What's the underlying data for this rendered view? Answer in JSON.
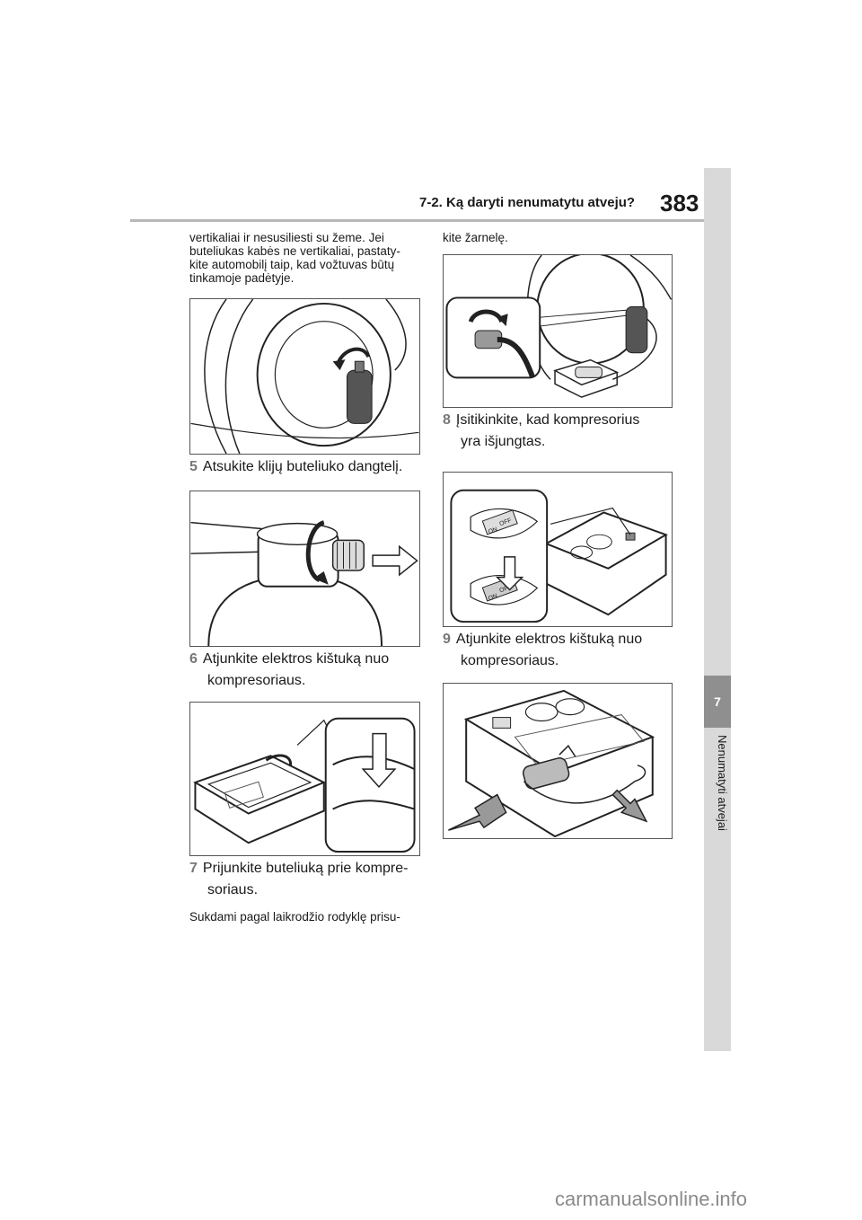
{
  "header": {
    "section_title": "7-2. Ką daryti nenumatytu atveju?",
    "page_number": "383"
  },
  "side_tab": {
    "chapter_number": "7",
    "chapter_label": "Nenumatyti atvejai"
  },
  "left_column": {
    "intro_lines": [
      "vertikaliai ir nesusiliesti su žeme. Jei",
      "buteliukas kabės ne vertikaliai, pastaty-",
      "kite automobilį taip, kad vožtuvas būtų",
      "tinkamoje padėtyje."
    ],
    "step5": {
      "number": "5",
      "text": "Atsukite klijų buteliuko dangtelį."
    },
    "step6": {
      "number": "6",
      "line1": "Atjunkite elektros kištuką nuo",
      "line2": "kompresoriaus."
    },
    "step7": {
      "number": "7",
      "line1": "Prijunkite buteliuką prie kompre-",
      "line2": "soriaus."
    },
    "outro": "Sukdami pagal laikrodžio rodyklę prisu-"
  },
  "right_column": {
    "intro": "kite žarnelę.",
    "step8": {
      "number": "8",
      "line1": "Įsitikinkite, kad kompresorius",
      "line2": "yra išjungtas."
    },
    "step9": {
      "number": "9",
      "line1": "Atjunkite elektros kištuką nuo",
      "line2": "kompresoriaus."
    },
    "switch_labels": {
      "on": "ON",
      "off": "OFF"
    }
  },
  "watermark": "carmanualsonline.info"
}
